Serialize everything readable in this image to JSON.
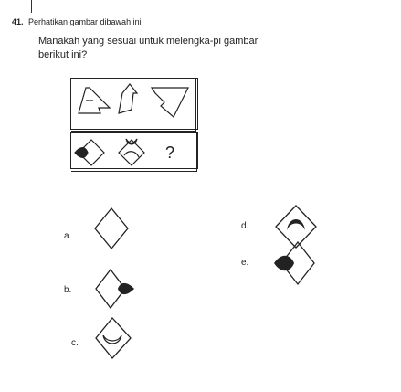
{
  "question": {
    "number": "41.",
    "instruction": "Perhatikan gambar dibawah ini",
    "text": "Manakah yang sesuai untuk melengka-pi gambar berikut ini?"
  },
  "sequence_missing_symbol": "?",
  "options": [
    {
      "label": "a.",
      "shape": "diamond-empty-icon"
    },
    {
      "label": "b.",
      "shape": "diamond-crescent-right-icon"
    },
    {
      "label": "c.",
      "shape": "diamond-crescent-bottom-icon"
    },
    {
      "label": "d.",
      "shape": "diamond-arch-top-icon"
    },
    {
      "label": "e.",
      "shape": "diamond-crescent-left-icon"
    }
  ]
}
